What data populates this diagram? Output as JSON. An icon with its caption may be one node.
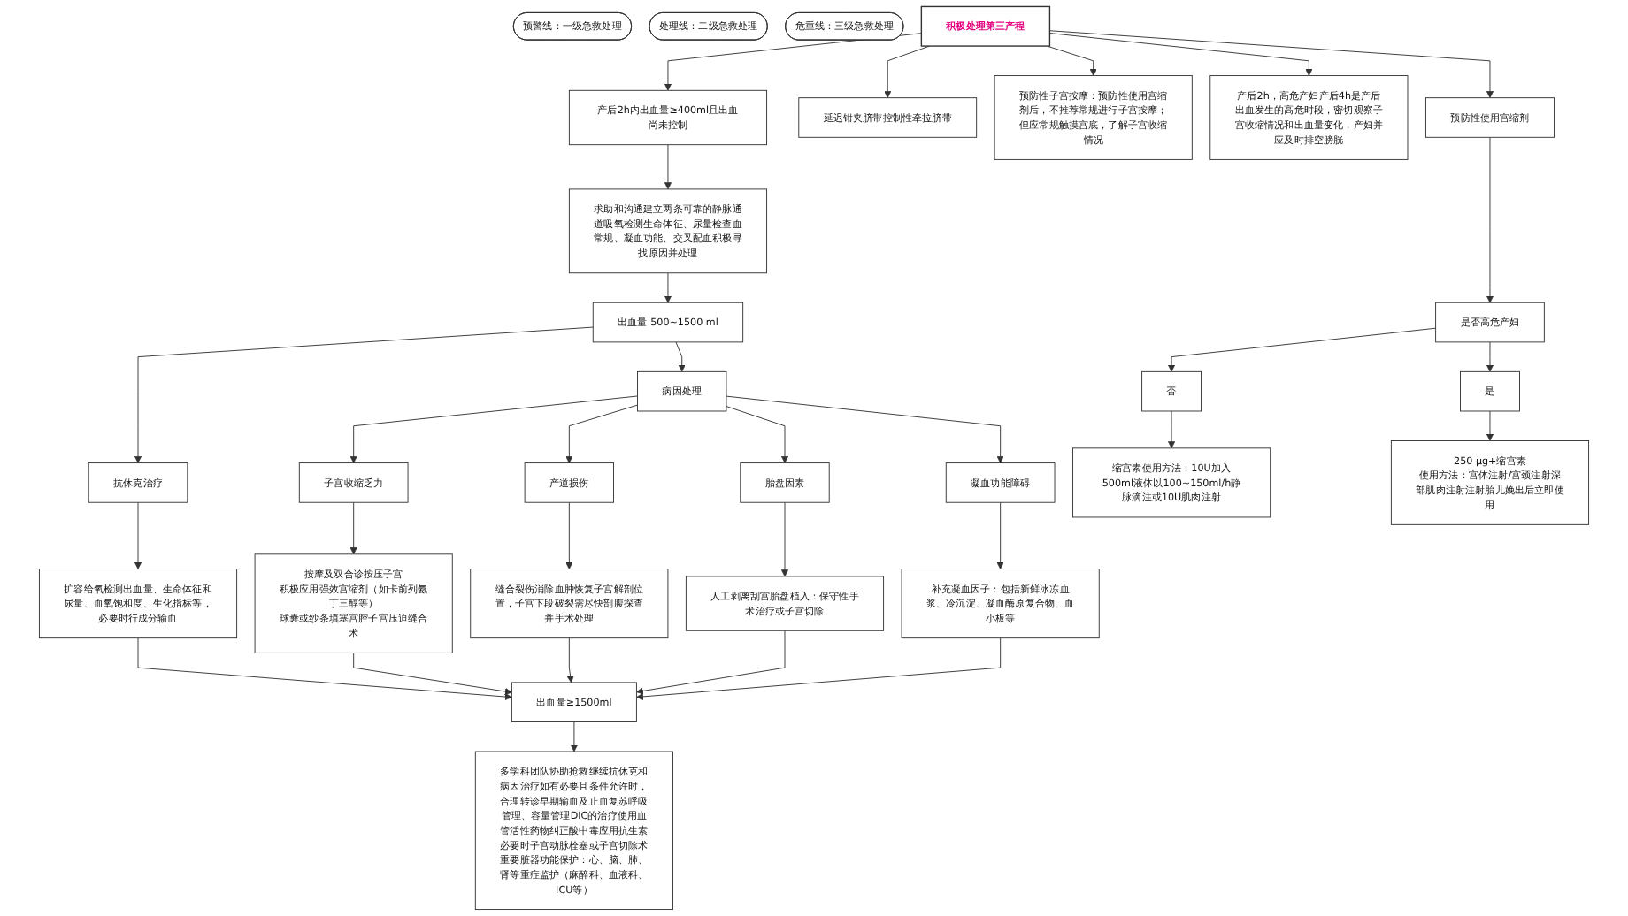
{
  "diagram": {
    "nodes": [
      {
        "text": [
          "积极处理第三产程"
        ]
      },
      {
        "text": [
          "产后2h内出血量≥400ml且出血尚未控制"
        ]
      },
      {
        "text": [
          "预警线：一级急救处理"
        ]
      },
      {
        "text": [
          "求助和沟通建立两条可靠的静脉通道吸氧检测生命体征、尿量检查血常规、凝血功能、交叉配血积极寻找原因并处理"
        ]
      },
      {
        "text": [
          "处理线：二级急救处理"
        ]
      },
      {
        "text": [
          "出血量 500~1500 ml"
        ]
      },
      {
        "text": [
          "抗休克治疗"
        ]
      },
      {
        "text": [
          "病因处理"
        ]
      },
      {
        "text": [
          "子宫收缩乏力"
        ]
      },
      {
        "text": [
          "产道损伤"
        ]
      },
      {
        "text": [
          "胎盘因素"
        ]
      },
      {
        "text": [
          "凝血功能障碍"
        ]
      },
      {
        "text": [
          "扩容给氧检测出血量、生命体征和尿量、血氧饱和度、生化指标等，必要时行成分输血"
        ]
      },
      {
        "text": [
          "按摩及双合诊按压子宫",
          "积极应用强效宫缩剂（如卡前列氨丁三醇等）",
          "球囊或纱条填塞宫腔子宫压迫缝合术"
        ]
      },
      {
        "text": [
          "缝合裂伤消除血肿恢复子宫解剖位置，子宫下段破裂需尽快剖腹探查并手术处理"
        ]
      },
      {
        "text": [
          "人工剥离刮宫胎盘植入：保守性手术治疗或子宫切除"
        ]
      },
      {
        "text": [
          "补充凝血因子：包括新鲜冰冻血浆、冷沉淀、凝血酶原复合物、血小板等"
        ]
      },
      {
        "text": [
          "出血量≥1500ml"
        ]
      },
      {
        "text": [
          "危重线：三级急救处理"
        ]
      },
      {
        "text": [
          "多学科团队协助抢救继续抗休克和病因治疗如有必要且条件允许时，合理转诊早期输血及止血复苏呼吸管理、容量管理DIC的治疗使用血管活性药物纠正酸中毒应用抗生素必要时子宫动脉栓塞或子宫切除术重要脏器功能保护：心、脑、肺、肾等重症监护（麻醉科、血液科、ICU等）"
        ]
      },
      {
        "text": [
          "预防性使用宫缩剂"
        ]
      },
      {
        "text": [
          "是否高危产妇"
        ]
      },
      {
        "text": [
          "否"
        ]
      },
      {
        "text": [
          "是"
        ]
      },
      {
        "text": [
          "缩宫素使用方法：10U加入500ml液体以100~150ml/h静脉滴注或10U肌肉注射"
        ]
      },
      {
        "text": [
          "250 μg+缩宫素",
          "使用方法：宫体注射/宫颈注射深部肌肉注射注射胎儿娩出后立即使用"
        ]
      },
      {
        "text": [
          "延迟钳夹脐带控制性牵拉脐带"
        ]
      },
      {
        "text": [
          "预防性子宫按摩：预防性使用宫缩剂后，不推荐常规进行子宫按摩；但应常规触摸宫底，了解子宫收缩情况"
        ]
      },
      {
        "text": [
          "产后2h，高危产妇产后4h是产后出血发生的高危时段，密切观察子宫收缩情况和出血量变化，产妇并应及时排空膀胱"
        ]
      }
    ],
    "edges": [
      {
        "from": 0,
        "to": 1,
        "arrow": "to"
      },
      {
        "from": 1,
        "to": 3,
        "arrow": "to"
      },
      {
        "from": 3,
        "to": 5,
        "arrow": "to"
      },
      {
        "from": 5,
        "to": 6,
        "arrow": "to"
      },
      {
        "from": 5,
        "to": 7,
        "arrow": "to"
      },
      {
        "from": 6,
        "to": 12,
        "arrow": "to"
      },
      {
        "from": 7,
        "to": 8,
        "arrow": "to"
      },
      {
        "from": 7,
        "to": 9,
        "arrow": "to"
      },
      {
        "from": 7,
        "to": 10,
        "arrow": "to"
      },
      {
        "from": 7,
        "to": 11,
        "arrow": "to"
      },
      {
        "from": 8,
        "to": 13,
        "arrow": "to"
      },
      {
        "from": 9,
        "to": 14,
        "arrow": "to"
      },
      {
        "from": 10,
        "to": 15,
        "arrow": "to"
      },
      {
        "from": 11,
        "to": 16,
        "arrow": "to"
      },
      {
        "from": 12,
        "to": 17,
        "arrow": "to"
      },
      {
        "from": 13,
        "to": 17,
        "arrow": "to"
      },
      {
        "from": 14,
        "to": 17,
        "arrow": "to"
      },
      {
        "from": 15,
        "to": 17,
        "arrow": "to"
      },
      {
        "from": 16,
        "to": 17,
        "arrow": "to"
      },
      {
        "from": 17,
        "to": 19,
        "arrow": "to"
      },
      {
        "from": 0,
        "to": 20,
        "arrow": "to"
      },
      {
        "from": 0,
        "to": 26,
        "arrow": "to"
      },
      {
        "from": 0,
        "to": 27,
        "arrow": "to"
      },
      {
        "from": 0,
        "to": 28,
        "arrow": "to"
      },
      {
        "from": 20,
        "to": 21,
        "arrow": "to"
      },
      {
        "from": 21,
        "to": 22,
        "arrow": "to"
      },
      {
        "from": 21,
        "to": 23,
        "arrow": "to"
      },
      {
        "from": 22,
        "to": 24,
        "arrow": "to"
      },
      {
        "from": 23,
        "to": 25,
        "arrow": "to"
      }
    ]
  }
}
